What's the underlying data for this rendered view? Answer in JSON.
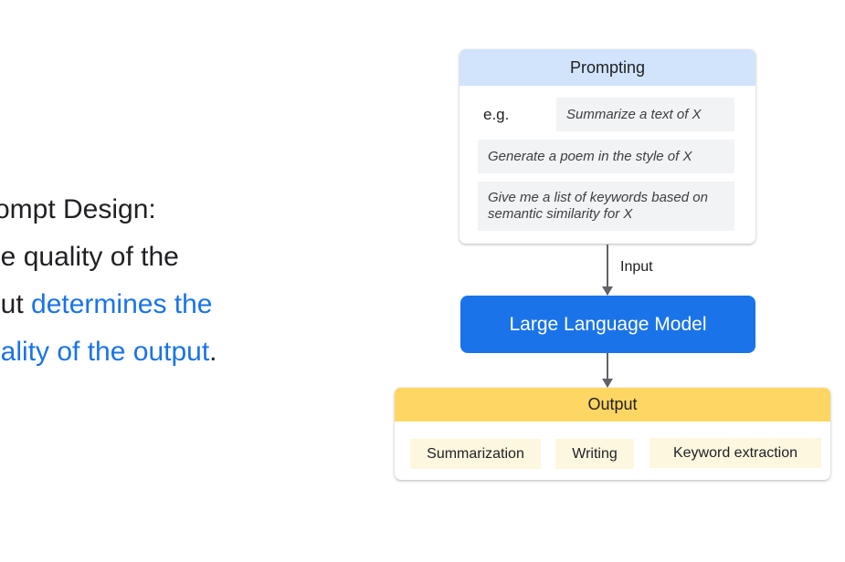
{
  "headline": {
    "line1": "rompt Design:",
    "line2": "he quality of the",
    "line3_plain": "put ",
    "line3_highlight": "determines the",
    "line4_highlight": "uality of the output",
    "line4_plain": ".",
    "highlight_color": "#1a73e8"
  },
  "prompting": {
    "title": "Prompting",
    "example_label": "e.g.",
    "examples": [
      "Summarize a text of X",
      "Generate a poem in the style of X",
      "Give me a list of keywords based on semantic similarity for X"
    ],
    "header_color": "#d2e3fc"
  },
  "flow": {
    "input_label": "Input",
    "model_label": "Large Language Model",
    "model_color": "#1a73e8"
  },
  "output": {
    "title": "Output",
    "items": [
      "Summarization",
      "Writing",
      "Keyword extraction"
    ],
    "header_color": "#fdd663"
  }
}
